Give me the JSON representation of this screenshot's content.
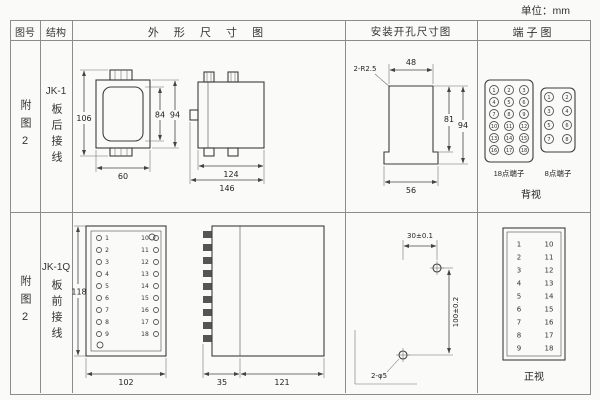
{
  "page": {
    "unit_label": "单位：mm"
  },
  "table": {
    "headers": {
      "fig_no": "图号",
      "structure": "结构",
      "outline": "外 形 尺 寸 图",
      "mounting": "安装开孔尺寸图",
      "terminal": "端子图"
    }
  },
  "row1": {
    "fig_no": "附图2",
    "model": "JK-1",
    "wiring": "板后接线",
    "outline": {
      "dim_height_overall": "106",
      "dim_height_inner": "84",
      "dim_height_body": "94",
      "dim_width_front": "60",
      "dim_width_body": "124",
      "dim_width_overall": "146"
    },
    "mounting": {
      "corner_radius": "2-R2.5",
      "dim_top_width": "48",
      "dim_height_inner": "81",
      "dim_height_overall": "94",
      "dim_bottom_width": "56"
    },
    "terminal": {
      "grid18": [
        "1",
        "2",
        "3",
        "4",
        "5",
        "6",
        "7",
        "8",
        "9",
        "10",
        "11",
        "12",
        "13",
        "14",
        "15",
        "16",
        "17",
        "18"
      ],
      "grid8": [
        "1",
        "2",
        "3",
        "4",
        "5",
        "6",
        "7",
        "8"
      ],
      "label_18": "18点端子",
      "label_8": "8点端子",
      "view_label": "背视"
    }
  },
  "row2": {
    "fig_no": "附图2",
    "model": "JK-1Q",
    "wiring": "板前接线",
    "outline": {
      "dim_height": "118",
      "dim_width": "102",
      "dim_depth_front": "35",
      "dim_depth_case": "121",
      "left_terminals": [
        "1",
        "2",
        "3",
        "4",
        "5",
        "6",
        "7",
        "8",
        "9"
      ],
      "right_terminals": [
        "10",
        "11",
        "12",
        "13",
        "14",
        "15",
        "16",
        "17",
        "18"
      ]
    },
    "mounting": {
      "dim_hole_spacing_h": "30±0.1",
      "dim_hole_spacing_v": "100±0.2",
      "holes_label": "2-φ5"
    },
    "terminal": {
      "left": [
        "1",
        "2",
        "3",
        "4",
        "5",
        "6",
        "7",
        "8",
        "9"
      ],
      "right": [
        "10",
        "11",
        "12",
        "13",
        "14",
        "15",
        "16",
        "17",
        "18"
      ],
      "view_label": "正视"
    }
  }
}
